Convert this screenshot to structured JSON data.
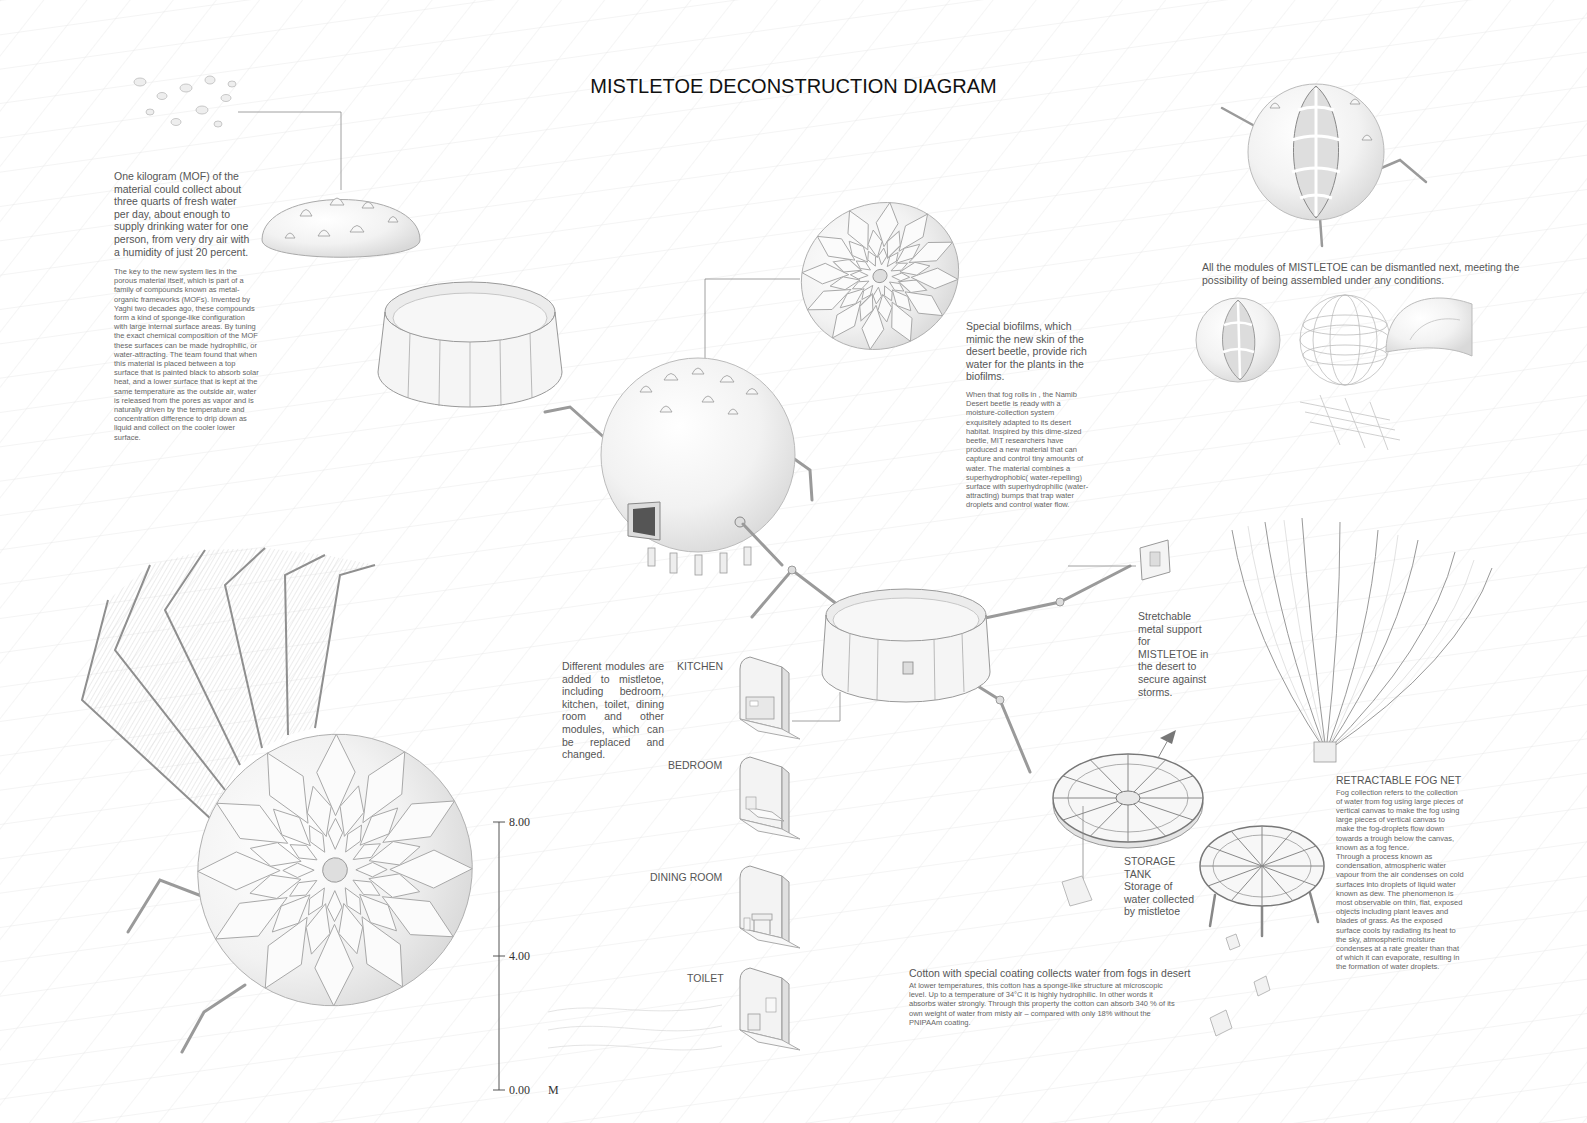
{
  "diagram": {
    "title": "MISTLETOE DECONSTRUCTION DIAGRAM",
    "labels": [
      "One kilogram (MOF) of the material could collect about three quarts of fresh water per day, about enough to supply drinking water for one person, from very dry air with a humidity of just 20 percent.",
      "The key to the new system lies in the porous material itself, which is part of a family of compounds known as metal-organic frameworks (MOFs). Invented by Yaghi two decades ago, these compounds form a kind of sponge-like configuration with large internal surface areas. By tuning the exact chemical composition of the MOF these surfaces can be made hydrophilic, or water-attracting. The team found that when this material is placed between a top surface that is painted black to absorb solar heat, and a lower surface that is kept at the same temperature as the outside air, water is released from the pores as vapor and is naturally driven by the temperature and concentration difference to drip down as liquid and collect on the cooler lower surface.",
      "Special biofilms, which mimic the new skin of the desert beetle, provide rich water for the plants in the biofilms.",
      "When that fog rolls in , the Namib Desert beetle is ready with a moisture-collection system exquisitely adapted to its desert habitat. Inspired by this dime-sized beetle, MIT researchers have produced a new material that can capture and control tiny amounts of water. The material combines a superhydrophobic( water-repelling) surface with superhydrophilic (water-attracting) bumps that trap water droplets and control water flow.",
      "All the modules of MISTLETOE can be dismantled next, meeting the possibility of being assembled under any conditions.",
      "Different modules are added to mistletoe, including bedroom, kitchen, toilet, dining room and other modules, which can be replaced and changed.",
      "KITCHEN",
      "BEDROOM",
      "DINING ROOM",
      "TOILET",
      "Stretchable metal support for MISTLETOE in the desert to secure against storms.",
      "STORAGE TANK",
      "Storage of water collected by mistletoe",
      "RETRACTABLE FOG NET",
      "Fog collection refers to the collection of water from fog using large pieces of vertical canvas to make the fog using large pieces of vertical canvas to make the fog-droplets flow down towards a trough below the canvas, known as a fog fence.",
      "Through a process known as condensation, atmospheric water vapour from the air condenses on cold surfaces into droplets of liquid water known as dew. The phenomenon is most observable on thin, flat, exposed objects including plant leaves and blades of grass. As the exposed surface cools by radiating its heat to the sky, atmospheric moisture condenses at a rate greater than that of which it can evaporate, resulting in the formation of water droplets.",
      "Cotton with special coating collects water from fogs in desert",
      "At lower temperatures, this cotton has a sponge-like structure at microscopic level. Up to a temperature of 34°C it is highly hydrophilic. In other words it absorbs water strongly. Through this property the cotton can absorb 340 % of its own weight of water from misty air – compared with only 18% without the PNIPAAm coating.",
      "8.00",
      "4.00",
      "0.00",
      "M"
    ]
  }
}
